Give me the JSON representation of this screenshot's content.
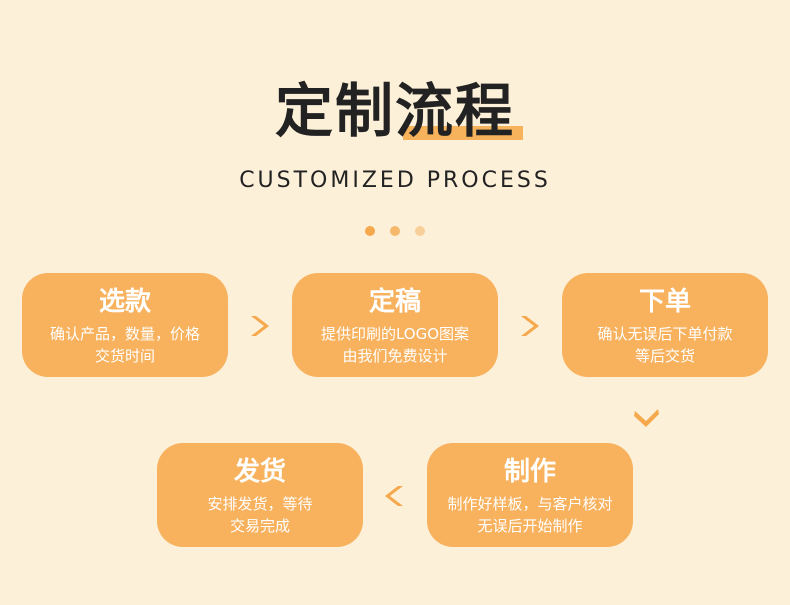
{
  "header": {
    "title": "定制流程",
    "subtitle": "CUSTOMIZED PROCESS"
  },
  "colors": {
    "background": "#fdf0d9",
    "card": "#f8b15d",
    "accent": "#f7b25c",
    "title": "#222222"
  },
  "steps": [
    {
      "title": "选款",
      "line1": "确认产品，数量，价格",
      "line2": "交货时间"
    },
    {
      "title": "定稿",
      "line1": "提供印刷的LOGO图案",
      "line2": "由我们免费设计"
    },
    {
      "title": "下单",
      "line1": "确认无误后下单付款",
      "line2": "等后交货"
    },
    {
      "title": "制作",
      "line1": "制作好样板，与客户核对",
      "line2": "无误后开始制作"
    },
    {
      "title": "发货",
      "line1": "安排发货，等待",
      "line2": "交易完成"
    }
  ],
  "icons": {
    "arrow_right": "chevron-right-icon",
    "arrow_down": "chevron-down-icon",
    "arrow_left": "chevron-left-icon"
  }
}
